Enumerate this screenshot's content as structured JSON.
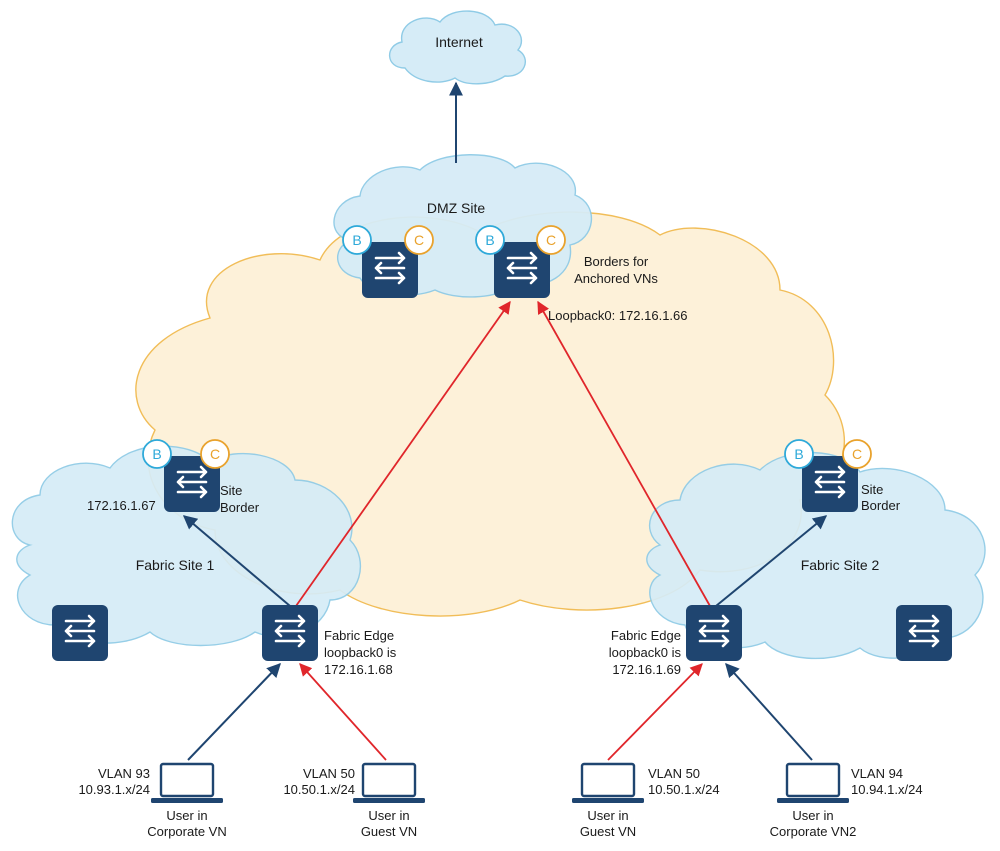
{
  "colors": {
    "cloud_blue_fill": "#d6ecf7",
    "cloud_blue_stroke": "#8fcbe6",
    "cloud_orange_fill": "#fdf0d6",
    "cloud_orange_stroke": "#f0b84a",
    "device_navy": "#1f4570",
    "link_navy": "#1f4570",
    "link_red": "#e0262b",
    "badge_border_blue": "#2ea9d9",
    "badge_border_orange": "#e9a22c"
  },
  "badges": {
    "border": "B",
    "control": "C"
  },
  "clouds": {
    "internet": "Internet",
    "dmz": "DMZ Site",
    "fabric1": "Fabric Site 1",
    "fabric2": "Fabric Site 2"
  },
  "labels": {
    "borders_anchored_1": "Borders for",
    "borders_anchored_2": "Anchored VNs",
    "loopback_dmz": "Loopback0: 172.16.1.66",
    "site1_ip": "172.16.1.67",
    "site_border_1a": "Site",
    "site_border_1b": "Border",
    "site_border_2a": "Site",
    "site_border_2b": "Border",
    "edge1_line1": "Fabric Edge",
    "edge1_line2": "loopback0 is",
    "edge1_line3": "172.16.1.68",
    "edge2_line1": "Fabric Edge",
    "edge2_line2": "loopback0 is",
    "edge2_line3": "172.16.1.69"
  },
  "hosts": [
    {
      "vlan": "VLAN 93",
      "subnet": "10.93.1.x/24",
      "user1": "User in",
      "user2": "Corporate VN"
    },
    {
      "vlan": "VLAN 50",
      "subnet": "10.50.1.x/24",
      "user1": "User in",
      "user2": "Guest VN"
    },
    {
      "vlan": "VLAN 50",
      "subnet": "10.50.1.x/24",
      "user1": "User in",
      "user2": "Guest VN"
    },
    {
      "vlan": "VLAN 94",
      "subnet": "10.94.1.x/24",
      "user1": "User in",
      "user2": "Corporate VN2"
    }
  ]
}
